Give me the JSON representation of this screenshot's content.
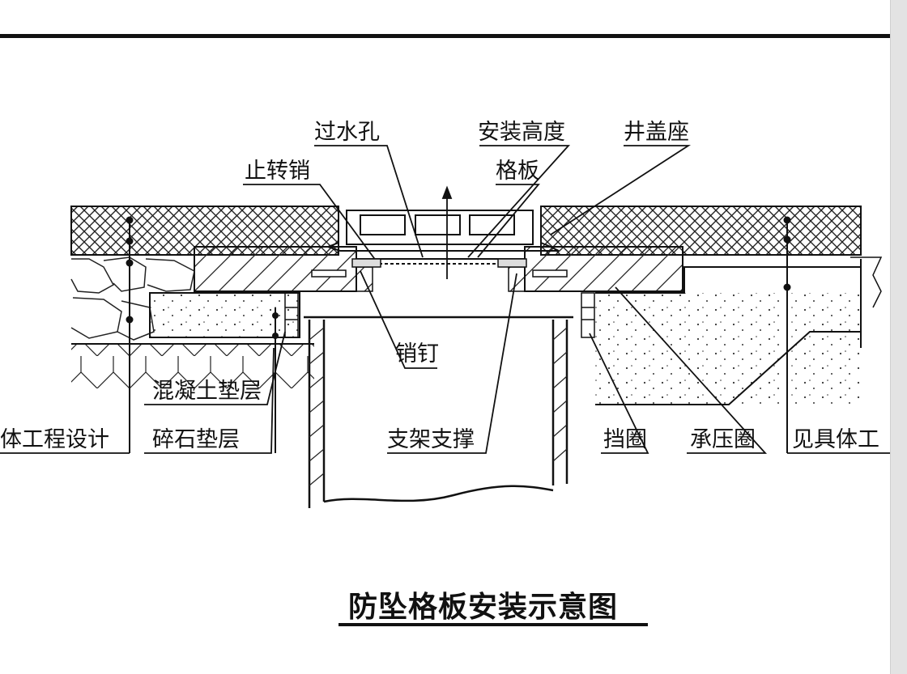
{
  "title": "防坠格板安装示意图",
  "labels": {
    "drain_hole": "过水孔",
    "install_height": "安装高度",
    "cover_seat": "井盖座",
    "anti_rotation_pin": "止转销",
    "grid_plate": "格板",
    "pin": "销钉",
    "concrete_cushion": "混凝土垫层",
    "gravel_cushion": "碎石垫层",
    "left_ref": "体工程设计",
    "bracket_support": "支架支撑",
    "retaining_ring": "挡圈",
    "bearing_ring": "承压圈",
    "right_ref": "见具体工"
  }
}
